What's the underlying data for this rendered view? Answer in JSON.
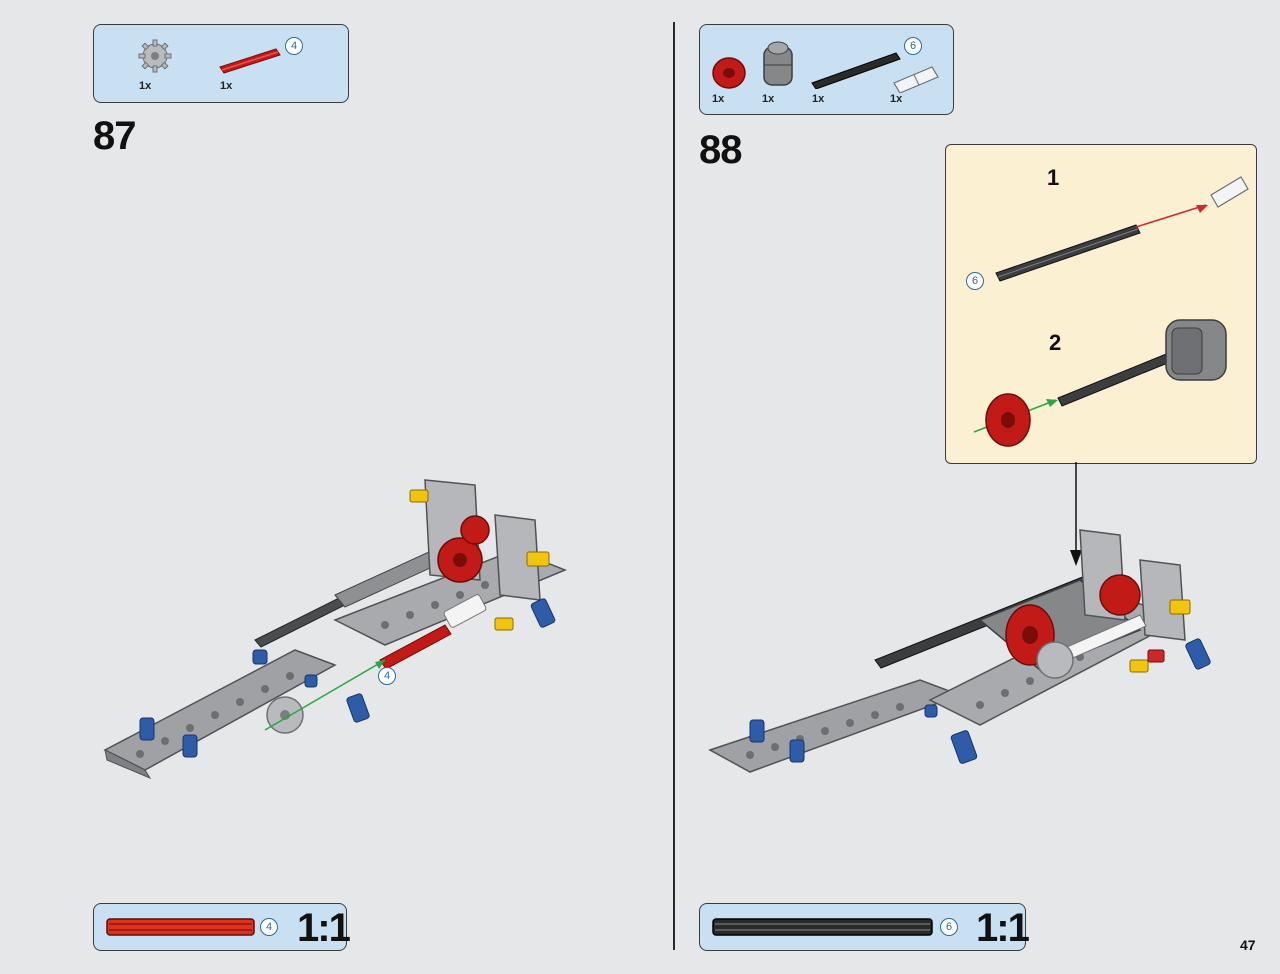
{
  "page_number": "47",
  "step87": {
    "number": "87",
    "parts": [
      {
        "qty": "1x",
        "icon": "gray-gear-icon"
      },
      {
        "qty": "1x",
        "icon": "red-axle-icon",
        "length": "4"
      }
    ],
    "scale": {
      "length": "4",
      "ratio": "1:1",
      "color": "#e0301e"
    },
    "callout_length": "4"
  },
  "step88": {
    "number": "88",
    "parts": [
      {
        "qty": "1x",
        "icon": "red-gear-icon"
      },
      {
        "qty": "1x",
        "icon": "gray-differential-icon"
      },
      {
        "qty": "1x",
        "icon": "black-axle-icon",
        "length": "6"
      },
      {
        "qty": "1x",
        "icon": "white-connector-icon"
      }
    ],
    "subassembly": {
      "steps": [
        {
          "number": "1"
        },
        {
          "number": "2"
        }
      ],
      "axle_length": "6"
    },
    "scale": {
      "length": "6",
      "ratio": "1:1",
      "color": "#2a2a2a"
    }
  },
  "colors": {
    "parts_bg": "#c9dff2",
    "sub_bg": "#fbf0d2",
    "page_bg": "#e6e7e8"
  }
}
